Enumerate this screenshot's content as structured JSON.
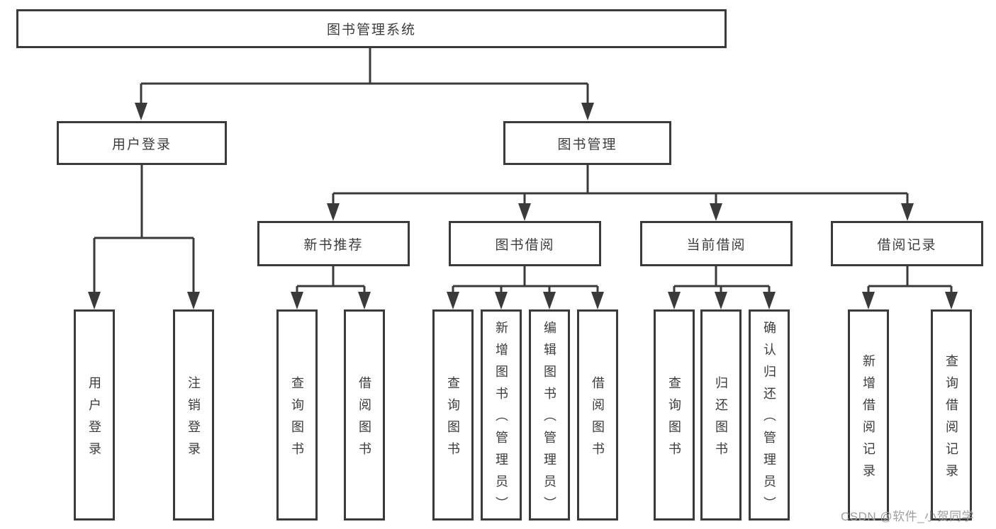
{
  "diagram_title": "图书管理系统",
  "nodes": {
    "root": {
      "label": "图书管理系统"
    },
    "level2": [
      {
        "id": "user-login",
        "label": "用户登录",
        "parent": "图书管理系统"
      },
      {
        "id": "book-management",
        "label": "图书管理",
        "parent": "图书管理系统"
      }
    ],
    "level3": [
      {
        "id": "new-book-recommend",
        "label": "新书推荐",
        "parent": "图书管理"
      },
      {
        "id": "book-borrowing",
        "label": "图书借阅",
        "parent": "图书管理"
      },
      {
        "id": "current-borrowing",
        "label": "当前借阅",
        "parent": "图书管理"
      },
      {
        "id": "borrowing-records",
        "label": "借阅记录",
        "parent": "图书管理"
      }
    ],
    "leaves": [
      {
        "id": "user-login",
        "label": "用户登录",
        "parent": "用户登录"
      },
      {
        "id": "logout",
        "label": "注销登录",
        "parent": "用户登录"
      },
      {
        "id": "query-books-recommend",
        "label": "查询图书",
        "parent": "新书推荐"
      },
      {
        "id": "borrow-books-recommend",
        "label": "借阅图书",
        "parent": "新书推荐"
      },
      {
        "id": "query-books-borrowing",
        "label": "查询图书",
        "parent": "图书借阅"
      },
      {
        "id": "add-books-admin",
        "label": "新增图书（管理员）",
        "parent": "图书借阅"
      },
      {
        "id": "edit-books-admin",
        "label": "编辑图书（管理员）",
        "parent": "图书借阅"
      },
      {
        "id": "borrow-books-borrowing",
        "label": "借阅图书",
        "parent": "图书借阅"
      },
      {
        "id": "query-books-current",
        "label": "查询图书",
        "parent": "当前借阅"
      },
      {
        "id": "return-books",
        "label": "归还图书",
        "parent": "当前借阅"
      },
      {
        "id": "confirm-return-admin",
        "label": "确认归还（管理员）",
        "parent": "当前借阅"
      },
      {
        "id": "add-borrow-record",
        "label": "新增借阅记录",
        "parent": "借阅记录"
      },
      {
        "id": "query-borrow-record",
        "label": "查询借阅记录",
        "parent": "借阅记录"
      }
    ]
  },
  "watermark": "CSDN @软件_小贺同学",
  "colors": {
    "line": "#3a3a3a",
    "text": "#3c3c3c",
    "watermark": "#9e9e9e",
    "background": "#ffffff"
  }
}
